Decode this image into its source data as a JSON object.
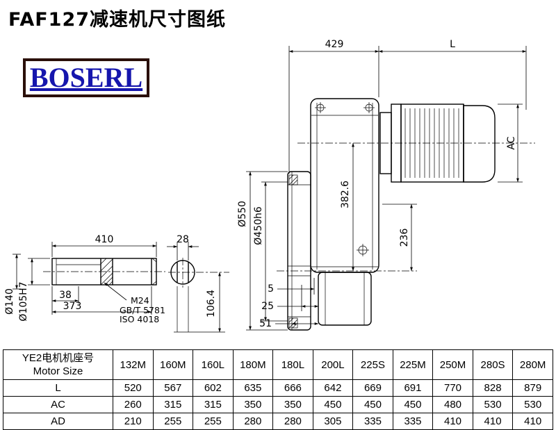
{
  "page": {
    "title": "FAF127减速机尺寸图纸",
    "logo_text": "BOSERL"
  },
  "drawing": {
    "dims": {
      "width_429": "429",
      "length_L": "L",
      "ac": "AC",
      "flange_dia": "Ø550",
      "spigot_dia": "Ø450h6",
      "center_dist": "382.6",
      "height_236": "236",
      "off_5": "5",
      "off_25": "25",
      "off_51": "51",
      "shaft_len_410": "410",
      "key_28": "28",
      "len_38": "38",
      "len_373": "373",
      "dia_140": "Ø140",
      "bore_105": "Ø105H7",
      "thread_m24": "M24",
      "std_gb": "GB/T 5781",
      "std_iso": "ISO 4018",
      "height_106": "106.4"
    }
  },
  "table": {
    "header_cn": "YE2电机机座号",
    "header_en": "Motor Size",
    "motor_sizes": [
      "132M",
      "160M",
      "160L",
      "180M",
      "180L",
      "200L",
      "225S",
      "225M",
      "250M",
      "280S",
      "280M"
    ],
    "rows": [
      {
        "label": "L",
        "values": [
          "520",
          "567",
          "602",
          "635",
          "666",
          "642",
          "669",
          "691",
          "770",
          "828",
          "879"
        ]
      },
      {
        "label": "AC",
        "values": [
          "260",
          "315",
          "315",
          "350",
          "350",
          "450",
          "450",
          "450",
          "480",
          "530",
          "530"
        ]
      },
      {
        "label": "AD",
        "values": [
          "210",
          "255",
          "255",
          "280",
          "280",
          "305",
          "335",
          "335",
          "410",
          "410",
          "410"
        ]
      }
    ]
  }
}
